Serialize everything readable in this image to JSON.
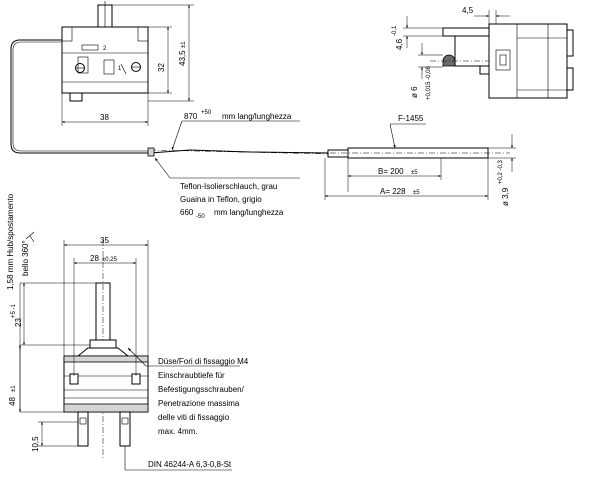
{
  "labels": {
    "dim_width_38": "38",
    "dim_height_32": "32",
    "dim_height_43_5": "43,5",
    "dim_tol_43_5": "±1",
    "capillary_len_value": "870",
    "capillary_len_tol": "+50",
    "capillary_len_unit": "mm lang/lunghezza",
    "bulb_code": "F-1455",
    "dim_b": "B= 200",
    "dim_b_tol": "±5",
    "dim_a": "A= 228",
    "dim_a_tol": "±5",
    "dim_bulb_dia": "ø 3,9",
    "dim_bulb_dia_tol": "+0,2 -0,3",
    "teflon_line1": "Teflon-Isolierschlauch, grau",
    "teflon_line2": "Guaina in Teflon, grigio",
    "teflon_line3_value": "660",
    "teflon_line3_tol": "-50",
    "teflon_line3_unit": "mm lang/lunghezza",
    "side_dim_4_5": "4,5",
    "side_dim_4_6": "4,6",
    "side_dim_4_6_tol": "-0,1",
    "side_dim_dia6": "ø 6",
    "side_dim_dia6_tol": "+0,015 -0,06",
    "front_dim_35": "35",
    "front_dim_28": "28",
    "front_dim_28_tol": "±0,25",
    "stroke_label": "1,58 mm Hub/spostamento",
    "rotation_label": "bello 360°",
    "front_dim_23": "23",
    "front_dim_23_tol": "+5 -1",
    "front_dim_48": "48",
    "front_dim_48_tol": "±1",
    "front_dim_10_5": "10,5",
    "note_line1": "Düse/Fori di fissaggio M4",
    "note_line2": "Einschraubtiefe für",
    "note_line3": "Befestigungsschrauben/",
    "note_line4": "Penetrazione massima",
    "note_line5": "delle viti di fissaggio",
    "note_line6": "max. 4mm.",
    "din_label": "DIN 46244-A 6,3-0,8-St",
    "mark_2": "2",
    "mark_1": "1"
  }
}
